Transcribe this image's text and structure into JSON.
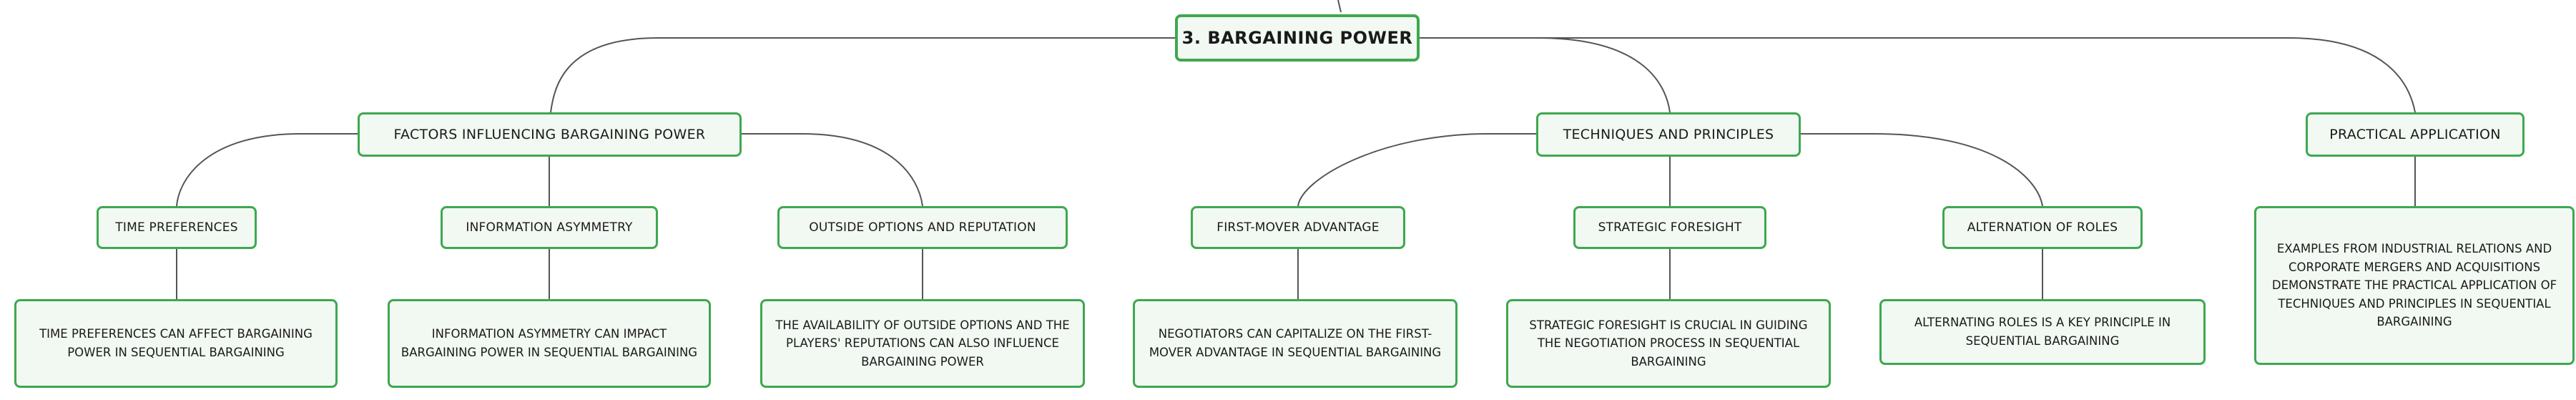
{
  "colors": {
    "node_border": "#3ea84f",
    "node_fill": "#f2f9f3",
    "edge": "#555555",
    "text": "#1a1a1a"
  },
  "mindmap": {
    "root": {
      "label": "3. BARGAINING POWER"
    },
    "branches": [
      {
        "label": "FACTORS INFLUENCING BARGAINING POWER",
        "children": [
          {
            "label": "TIME PREFERENCES",
            "detail": "TIME PREFERENCES CAN AFFECT BARGAINING POWER IN SEQUENTIAL BARGAINING"
          },
          {
            "label": "INFORMATION ASYMMETRY",
            "detail": "INFORMATION ASYMMETRY CAN IMPACT BARGAINING POWER IN SEQUENTIAL BARGAINING"
          },
          {
            "label": "OUTSIDE OPTIONS AND REPUTATION",
            "detail": "THE AVAILABILITY OF OUTSIDE OPTIONS AND THE PLAYERS' REPUTATIONS CAN ALSO INFLUENCE BARGAINING POWER"
          }
        ]
      },
      {
        "label": "TECHNIQUES AND PRINCIPLES",
        "children": [
          {
            "label": "FIRST-MOVER ADVANTAGE",
            "detail": "NEGOTIATORS CAN CAPITALIZE ON THE FIRST-MOVER ADVANTAGE IN SEQUENTIAL BARGAINING"
          },
          {
            "label": "STRATEGIC FORESIGHT",
            "detail": "STRATEGIC FORESIGHT IS CRUCIAL IN GUIDING THE NEGOTIATION PROCESS IN SEQUENTIAL BARGAINING"
          },
          {
            "label": "ALTERNATION OF ROLES",
            "detail": "ALTERNATING ROLES IS A KEY PRINCIPLE IN SEQUENTIAL BARGAINING"
          }
        ]
      },
      {
        "label": "PRACTICAL APPLICATION",
        "detail": "EXAMPLES FROM INDUSTRIAL RELATIONS AND CORPORATE MERGERS AND ACQUISITIONS DEMONSTRATE THE PRACTICAL APPLICATION OF TECHNIQUES AND PRINCIPLES IN SEQUENTIAL BARGAINING"
      }
    ]
  }
}
